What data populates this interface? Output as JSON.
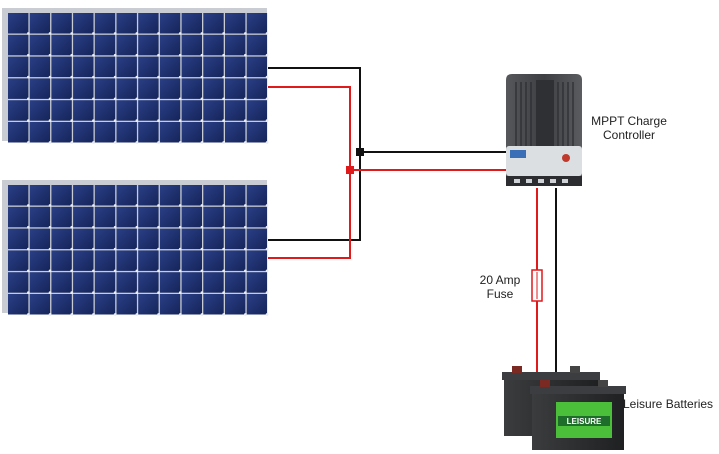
{
  "labels": {
    "controller_line1": "MPPT Charge",
    "controller_line2": "Controller",
    "fuse_line1": "20 Amp",
    "fuse_line2": "Fuse",
    "batteries": "Leisure Batteries",
    "battery_brand": "LEISURE"
  },
  "colors": {
    "positive_wire": "#e0191b",
    "negative_wire": "#111111",
    "panel_cell": "#1c2f6e",
    "panel_frame": "#c9cdd3",
    "controller_body": "#4a4c50",
    "battery_case": "#2d2f31",
    "battery_label": "#4bbf3a"
  },
  "icons": {
    "panels": "solar-panel-icon",
    "controller": "charge-controller-icon",
    "fuse": "inline-fuse-icon",
    "batteries": "battery-icon"
  }
}
